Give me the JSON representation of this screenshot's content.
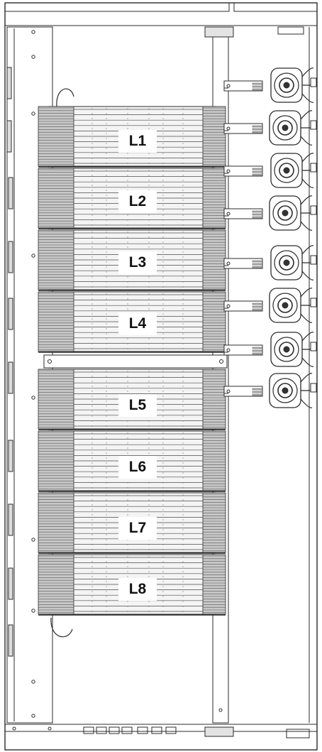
{
  "diagram": {
    "module_labels": [
      "L1",
      "L2",
      "L3",
      "L4",
      "L5",
      "L6",
      "L7",
      "L8"
    ],
    "colors": {
      "background": "#ffffff",
      "line": "#2b2b2b",
      "module_fill": "#c8c8c8",
      "label_text": "#111111",
      "label_bg": "#ffffff"
    }
  }
}
